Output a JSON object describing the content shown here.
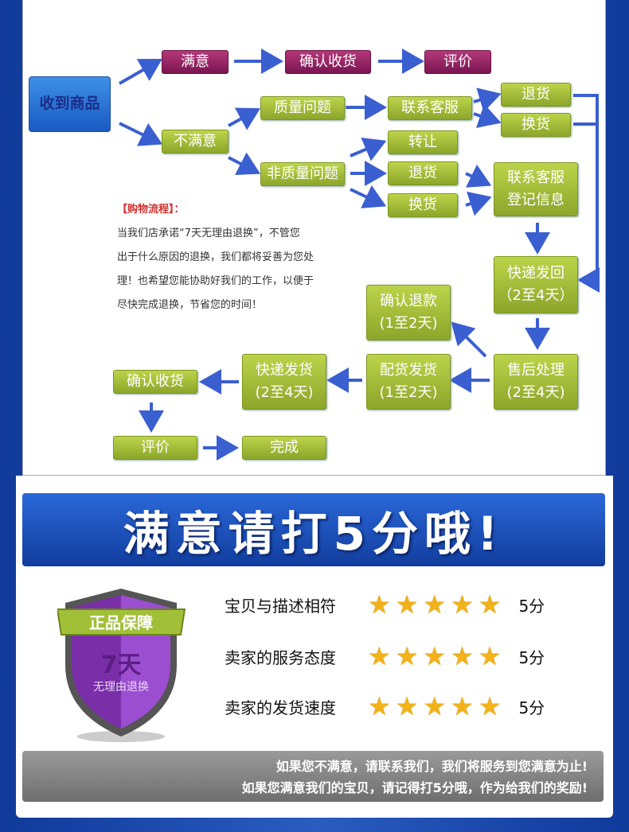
{
  "flow": {
    "received": "收到商品",
    "satisfied": "满意",
    "confirm_receipt_1": "确认收货",
    "review_1": "评价",
    "unsatisfied": "不满意",
    "quality_issue": "质量问题",
    "contact_service_1": "联系客服",
    "return_1": "退货",
    "exchange_1": "换货",
    "non_quality_issue": "非质量问题",
    "transfer": "转让",
    "return_2": "退货",
    "exchange_2": "换货",
    "contact_register_l1": "联系客服",
    "contact_register_l2": "登记信息",
    "express_back_l1": "快递发回",
    "express_back_l2": "（2至4天）",
    "after_sale_l1": "售后处理",
    "after_sale_l2": "(2至4天)",
    "confirm_refund_l1": "确认退款",
    "confirm_refund_l2": "(1至2天)",
    "pick_ship_l1": "配货发货",
    "pick_ship_l2": "(1至2天)",
    "express_ship_l1": "快递发货",
    "express_ship_l2": "(2至4天)",
    "confirm_receipt_2": "确认收货",
    "review_2": "评价",
    "done": "完成"
  },
  "intro": {
    "title": "【购物流程】：",
    "line1": "当我们店承诺“7天无理由退换”，不管您",
    "line2": "出于什么原因的退换，我们都将妥善为您处",
    "line3": "理！也希望您能协助好我们的工作，以便于",
    "line4": "尽快完成退换，节省您的时间！"
  },
  "banner": "满意请打5分哦!",
  "badge": {
    "ribbon": "正品保障",
    "days": "7天",
    "sub": "无理由退换"
  },
  "ratings": [
    {
      "label": "宝贝与描述相符",
      "stars": 5,
      "score": "5分"
    },
    {
      "label": "卖家的服务态度",
      "stars": 5,
      "score": "5分"
    },
    {
      "label": "卖家的发货速度",
      "stars": 5,
      "score": "5分"
    }
  ],
  "footer": {
    "line1": "如果您不满意，请联系我们，我们将服务到您满意为止!",
    "line2": "如果您满意我们的宝贝，请记得打5分哦，作为给我们的奖励!"
  },
  "colors": {
    "green": "#a6be38",
    "purple": "#8e1f5f",
    "blue": "#1b46a3",
    "arrow": "#3a5fd0",
    "star": "#f1b21a"
  }
}
